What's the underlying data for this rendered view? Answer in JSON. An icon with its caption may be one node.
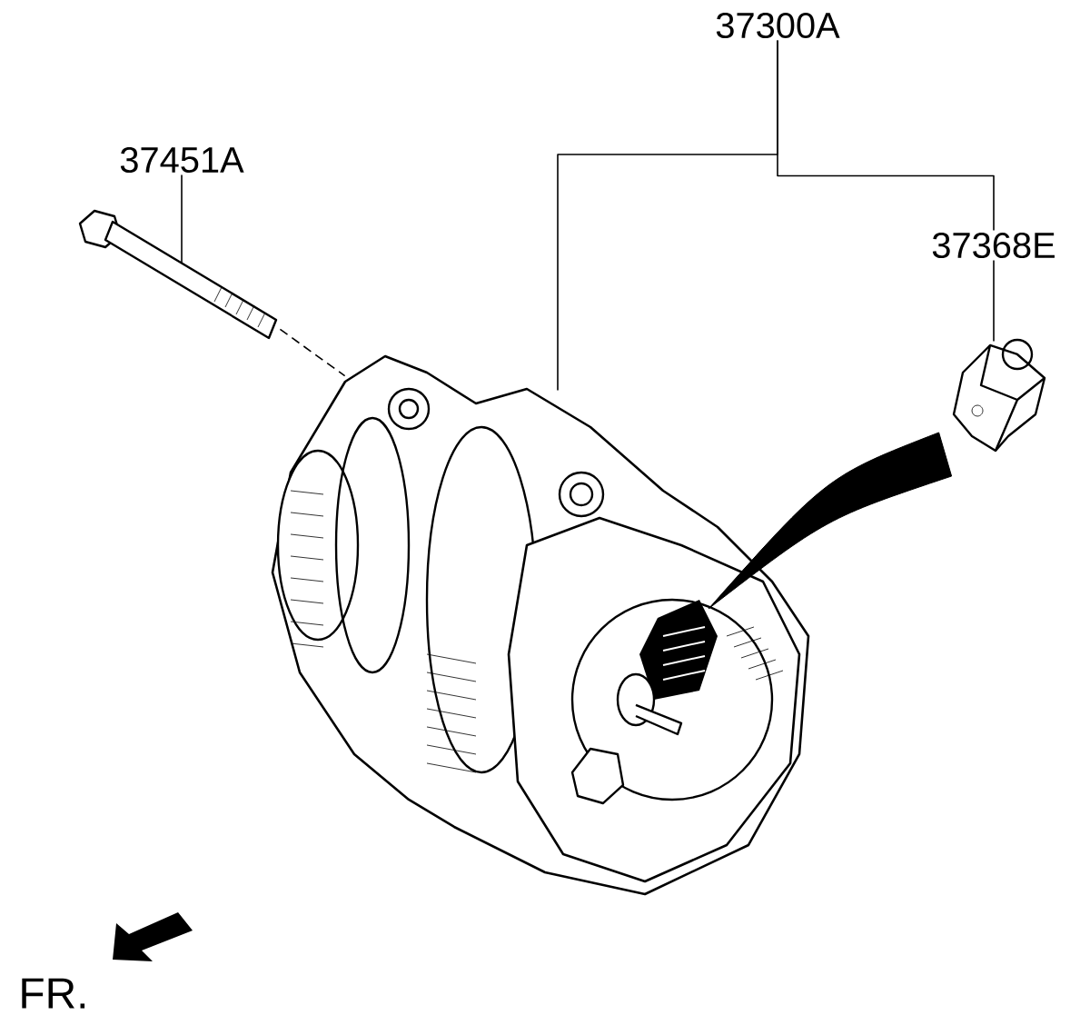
{
  "diagram": {
    "nodes": [
      {
        "text": [
          "37300A"
        ]
      },
      {
        "text": [
          "37451A"
        ]
      },
      {
        "text": [
          "37368E"
        ]
      },
      {
        "text": [],
        "shape": "picture"
      },
      {
        "text": [],
        "shape": "picture"
      },
      {
        "text": [],
        "shape": "picture"
      }
    ],
    "edges": [
      {
        "from": 0,
        "to": 5,
        "arrow": "none"
      },
      {
        "from": 0,
        "to": 2,
        "arrow": "none"
      },
      {
        "from": 1,
        "to": 3,
        "arrow": "none"
      },
      {
        "from": 2,
        "to": 4,
        "arrow": "none"
      },
      {
        "from": 3,
        "to": 5,
        "arrow": "none",
        "style": "dashed"
      },
      {
        "from": 4,
        "to": 5,
        "arrow": "none",
        "style": "thick"
      }
    ],
    "labels": [
      "FR."
    ]
  }
}
